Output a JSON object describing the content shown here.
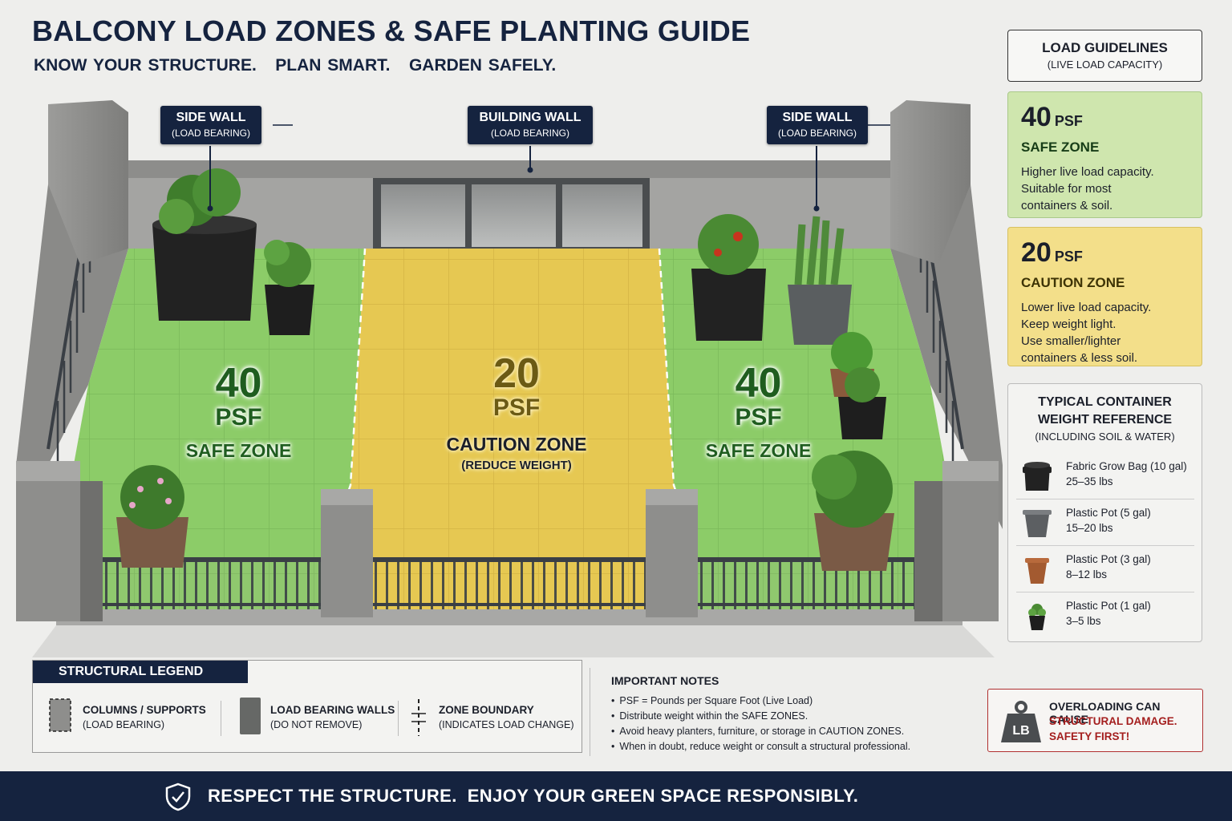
{
  "header": {
    "title": "BALCONY LOAD ZONES & SAFE PLANTING GUIDE",
    "subtitle": "KNOW YOUR STRUCTURE.   PLAN SMART.   GARDEN SAFELY."
  },
  "callouts": {
    "left": {
      "label": "SIDE WALL",
      "sub": "(LOAD BEARING)"
    },
    "center": {
      "label": "BUILDING WALL",
      "sub": "(LOAD BEARING)"
    },
    "right": {
      "label": "SIDE WALL",
      "sub": "(LOAD BEARING)"
    }
  },
  "zones": {
    "left": {
      "value": "40",
      "unit": "PSF",
      "name": "SAFE ZONE"
    },
    "center": {
      "value": "20",
      "unit": "PSF",
      "name": "CAUTION ZONE",
      "note": "(REDUCE WEIGHT)"
    },
    "right": {
      "value": "40",
      "unit": "PSF",
      "name": "SAFE ZONE"
    }
  },
  "guidelines": {
    "title": "LOAD GUIDELINES",
    "subtitle": "(LIVE LOAD CAPACITY)",
    "safe": {
      "value": "40",
      "unit": "PSF",
      "name": "SAFE ZONE",
      "desc": [
        "Higher live load capacity.",
        "Suitable for most",
        "containers & soil."
      ]
    },
    "caution": {
      "value": "20",
      "unit": "PSF",
      "name": "CAUTION ZONE",
      "desc": [
        "Lower live load capacity.",
        "Keep weight light.",
        "Use smaller/lighter",
        "containers & less soil."
      ]
    }
  },
  "reference": {
    "title_line1": "TYPICAL CONTAINER",
    "title_line2": "WEIGHT REFERENCE",
    "subtitle": "(INCLUDING SOIL & WATER)",
    "items": [
      {
        "name": "Fabric Grow Bag (10 gal)",
        "weight": "25–35 lbs",
        "icon": "fabric-grow-bag-icon"
      },
      {
        "name": "Plastic Pot (5 gal)",
        "weight": "15–20 lbs",
        "icon": "gray-pot-icon"
      },
      {
        "name": "Plastic Pot (3 gal)",
        "weight": "8–12 lbs",
        "icon": "terracotta-pot-icon"
      },
      {
        "name": "Plastic Pot (1 gal)",
        "weight": "3–5 lbs",
        "icon": "small-pot-icon"
      }
    ]
  },
  "legend": {
    "title": "STRUCTURAL LEGEND",
    "items": [
      {
        "label": "COLUMNS / SUPPORTS",
        "sub": "(LOAD BEARING)"
      },
      {
        "label": "LOAD BEARING WALLS",
        "sub": "(DO NOT REMOVE)"
      },
      {
        "label": "ZONE BOUNDARY",
        "sub": "(INDICATES LOAD CHANGE)"
      }
    ]
  },
  "notes": {
    "title": "IMPORTANT NOTES",
    "items": [
      "PSF = Pounds per Square Foot (Live Load)",
      "Distribute weight within the SAFE ZONES.",
      "Avoid heavy planters, furniture, or storage in CAUTION ZONES.",
      "When in doubt, reduce weight or consult a structural professional."
    ]
  },
  "warning": {
    "icon_text": "LB",
    "line1": "OVERLOADING CAN CAUSE",
    "line2": "STRUCTURAL DAMAGE.",
    "line3": "SAFETY FIRST!"
  },
  "footer": {
    "text": "RESPECT THE STRUCTURE.  ENJOY YOUR GREEN SPACE RESPONSIBLY."
  },
  "colors": {
    "navy": "#15233f",
    "safe_green": "#8fcc6a",
    "caution_yellow": "#e8ca52",
    "warning_red": "#a41e1e"
  }
}
